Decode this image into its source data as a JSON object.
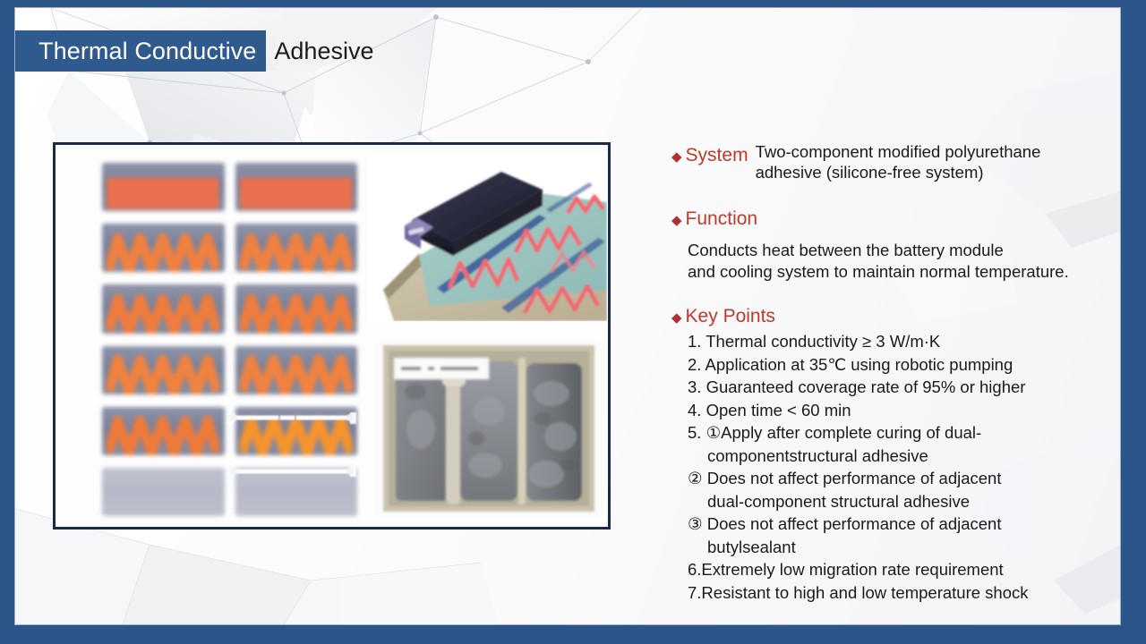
{
  "slide": {
    "title_highlight": "Thermal Conductive",
    "title_rest": "Adhesive",
    "accent_blue": "#2e5a8e",
    "accent_red": "#c0392b",
    "frame_border_color": "#2b5489",
    "panel_border_color": "#1b2a4a"
  },
  "bullets": {
    "diamond_glyph": "◆",
    "system": {
      "label": "System",
      "text_line1": "Two-component modified polyurethane",
      "text_line2": "adhesive (silicone-free system)"
    },
    "function": {
      "label": "Function",
      "text_line1": "Conducts heat between the battery module",
      "text_line2": "and cooling system to maintain normal temperature."
    },
    "key_points": {
      "label": "Key Points",
      "items": [
        "1. Thermal conductivity ≥ 3 W/m·K",
        "2. Application at 35℃ using robotic pumping",
        "3. Guaranteed coverage rate of 95% or higher",
        "4. Open time < 60 min",
        "5. ①Apply after complete curing of dual-",
        "componentstructural adhesive",
        "② Does not affect performance of adjacent",
        "dual-component structural adhesive",
        "③ Does not affect performance of adjacent",
        "butylsealant",
        "6.Extremely low migration rate requirement",
        "7.Resistant to high and low temperature shock"
      ],
      "indented": [
        false,
        false,
        false,
        false,
        false,
        true,
        false,
        true,
        false,
        true,
        false,
        false
      ]
    }
  },
  "figure": {
    "caption_alt": "battery-module-thermal-adhesive-photos",
    "photo_top_alt": "battery-module-placed-on-adhesive-beads-render",
    "photo_bottom_alt": "grey-thermal-adhesive-in-tray-compartments-photo",
    "cell_grid_alt": "grid-of-battery-cells-with-zigzag-adhesive-beads",
    "gauge_alt": "measurement-gauge-overlay"
  }
}
